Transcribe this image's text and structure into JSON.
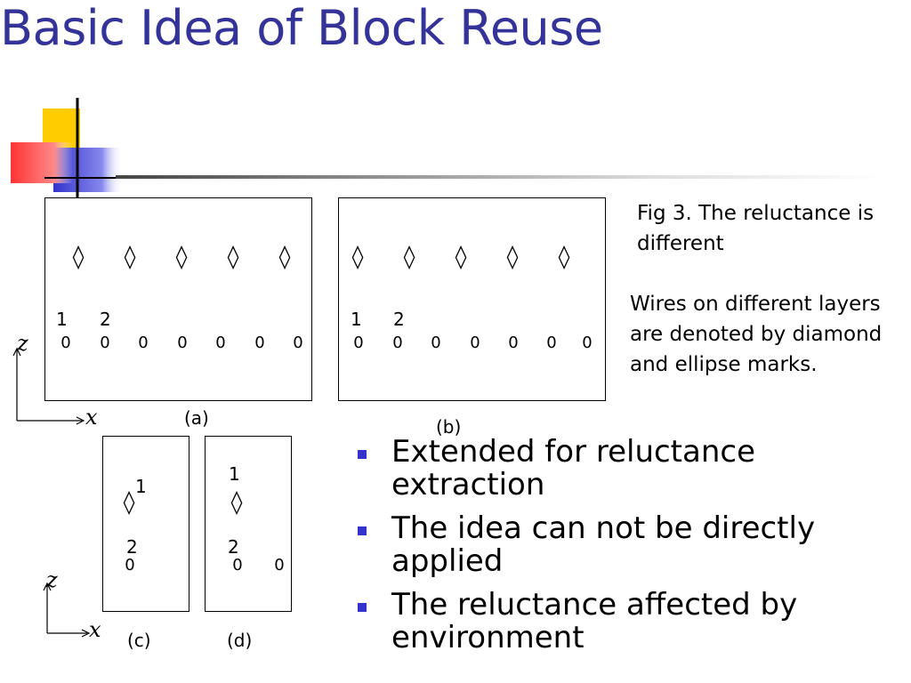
{
  "slide": {
    "title": "Basic Idea of Block Reuse",
    "accent_color": "#333399",
    "bullet_color": "#3333cc"
  },
  "figures": {
    "caption_fig": "Fig 3. The reluctance is different",
    "caption_wires": "Wires on different layers are denoted by diamond and ellipse marks.",
    "panel_a": {
      "label": "(a)",
      "wire1": "1",
      "wire2": "2",
      "diamond": "◊",
      "ellipse": "0"
    },
    "panel_b": {
      "label": "(b)",
      "wire1": "1",
      "wire2": "2",
      "diamond": "◊",
      "ellipse": "0"
    },
    "panel_c": {
      "label": "(c)",
      "wire1": "1",
      "wire2": "2",
      "diamond": "◊",
      "ellipse": "0"
    },
    "panel_d": {
      "label": "(d)",
      "wire1": "1",
      "wire2": "2",
      "diamond": "◊",
      "ellipse": "0"
    },
    "axes_top": {
      "vertical": "z",
      "horizontal": "x"
    },
    "axes_bottom": {
      "vertical": "z",
      "horizontal": "x"
    }
  },
  "bullets": [
    "Extended for reluctance extraction",
    "The idea can not be directly applied",
    "The reluctance affected by environment"
  ],
  "icons": {
    "logo": "decorative-squares-logo",
    "bullet": "square-bullet-icon"
  }
}
